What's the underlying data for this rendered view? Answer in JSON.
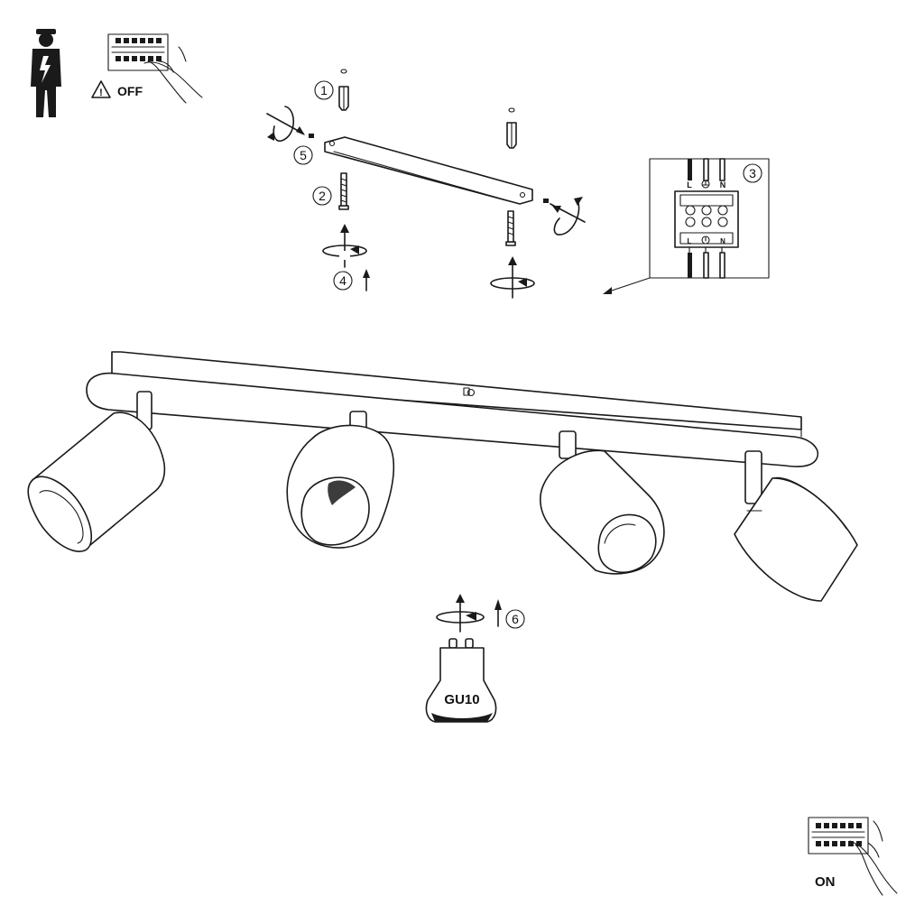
{
  "labels": {
    "off": "OFF",
    "on": "ON",
    "bulb": "GU10",
    "terminal_top": [
      "L",
      "N"
    ],
    "terminal_bottom": [
      "L",
      "N"
    ]
  },
  "steps": [
    "1",
    "2",
    "3",
    "4",
    "5",
    "6"
  ],
  "icons": {
    "electrician": "electrician-icon",
    "warning": "warning-triangle-icon",
    "breaker": "circuit-breaker-icon",
    "earth": "earth-ground-icon",
    "rotate": "rotate-arrow-icon",
    "up_arrow": "up-arrow-icon"
  }
}
